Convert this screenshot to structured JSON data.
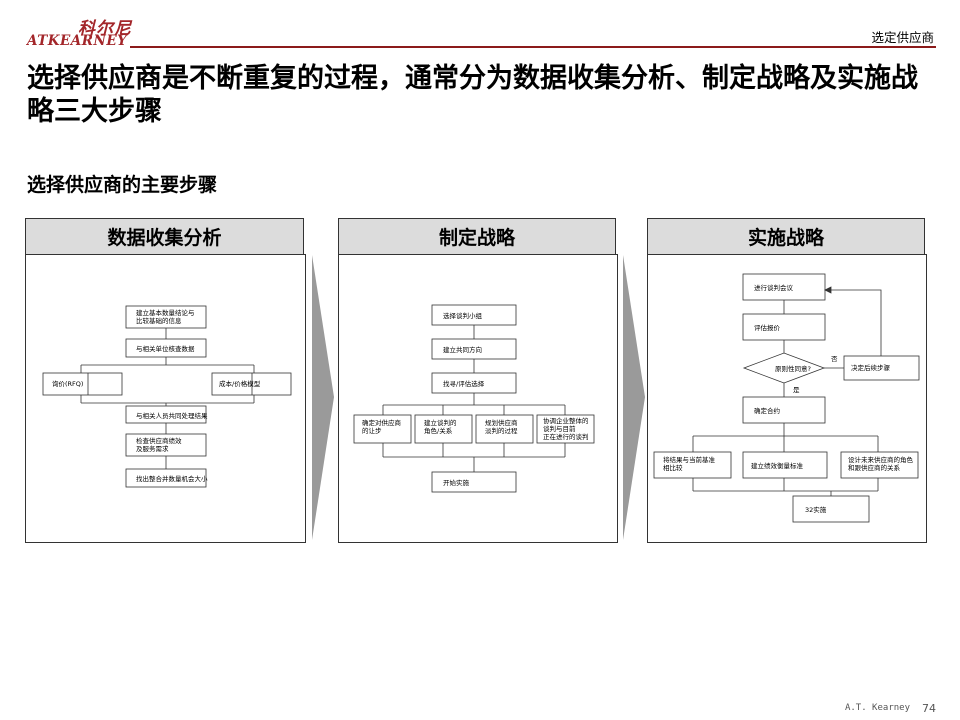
{
  "header": {
    "logo_cn": "科尔尼",
    "logo_en": "ATKEARNEY",
    "section": "选定供应商"
  },
  "title": "选择供应商是不断重复的过程，通常分为数据收集分析、制定战略及实施战略三大步骤",
  "subtitle": "选择供应商的主要步骤",
  "panels": [
    {
      "title": "数据收集分析",
      "boxes": [
        "建立基本数量结论与\n比较基础的信息",
        "与相关单位核查数据",
        "询价(RFQ)",
        "成本/价格模型",
        "与相关人员共同处理结果",
        "检查供应商绩效\n及服务需求",
        "找出整合并数量机会大小"
      ]
    },
    {
      "title": "制定战略",
      "boxes": [
        "选择谈判小组",
        "建立共同方向",
        "找寻/评估选择",
        "确定对供应商\n的让步",
        "建立谈判的\n角色/关系",
        "规划供应商\n淡判的过程",
        "协调企业整体的\n谈判与目前\n正在进行的谈判",
        "开始实施"
      ]
    },
    {
      "title": "实施战略",
      "boxes": [
        "进行谈判会议",
        "评估报价",
        "原则性同意?",
        "否",
        "决定后续步骤",
        "是",
        "确定合约",
        "将结果与当前基准\n相比较",
        "建立绩效衡量标准",
        "设计未来供应商的角色\n和跟供应商的关系",
        "32实施"
      ]
    }
  ],
  "footer": {
    "firm": "A.T. Kearney",
    "page": "74"
  }
}
